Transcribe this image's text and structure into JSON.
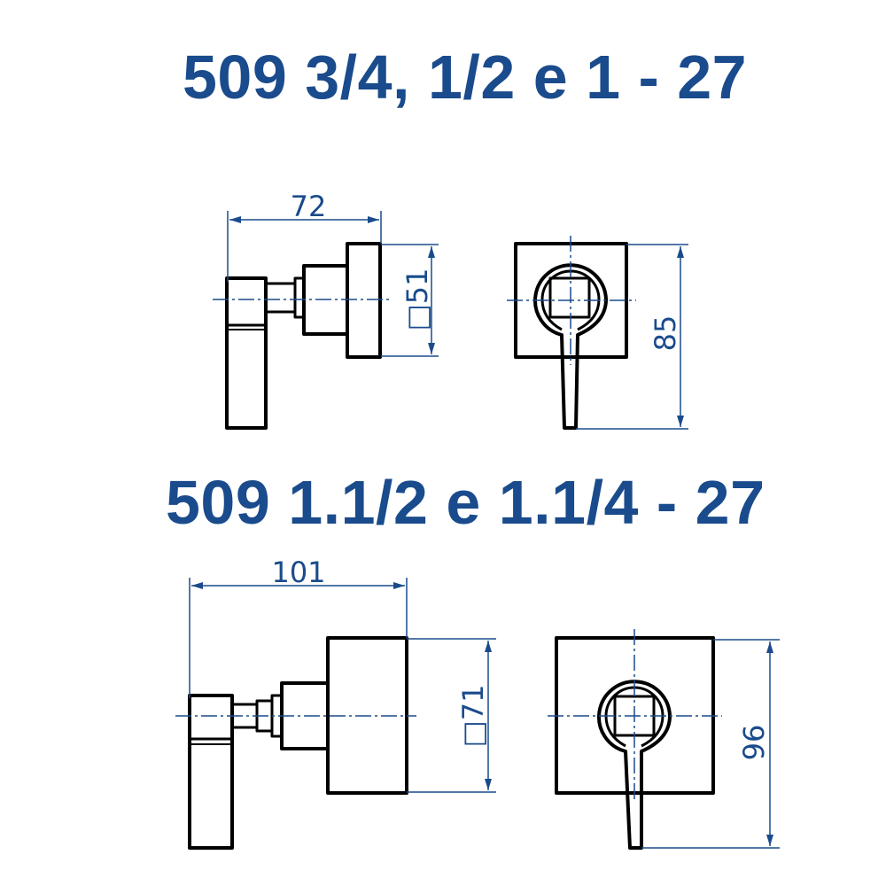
{
  "titles": {
    "top": "509 3/4, 1/2 e 1 - 27",
    "bottom": "509 1.1/2 e 1.1/4 - 27"
  },
  "dimensions": {
    "top_width": "72",
    "top_square": "□51",
    "top_height": "85",
    "bottom_width": "101",
    "bottom_square": "□71",
    "bottom_height": "96"
  },
  "colors": {
    "dimension": "#1a4b8c",
    "outline": "#000000"
  }
}
